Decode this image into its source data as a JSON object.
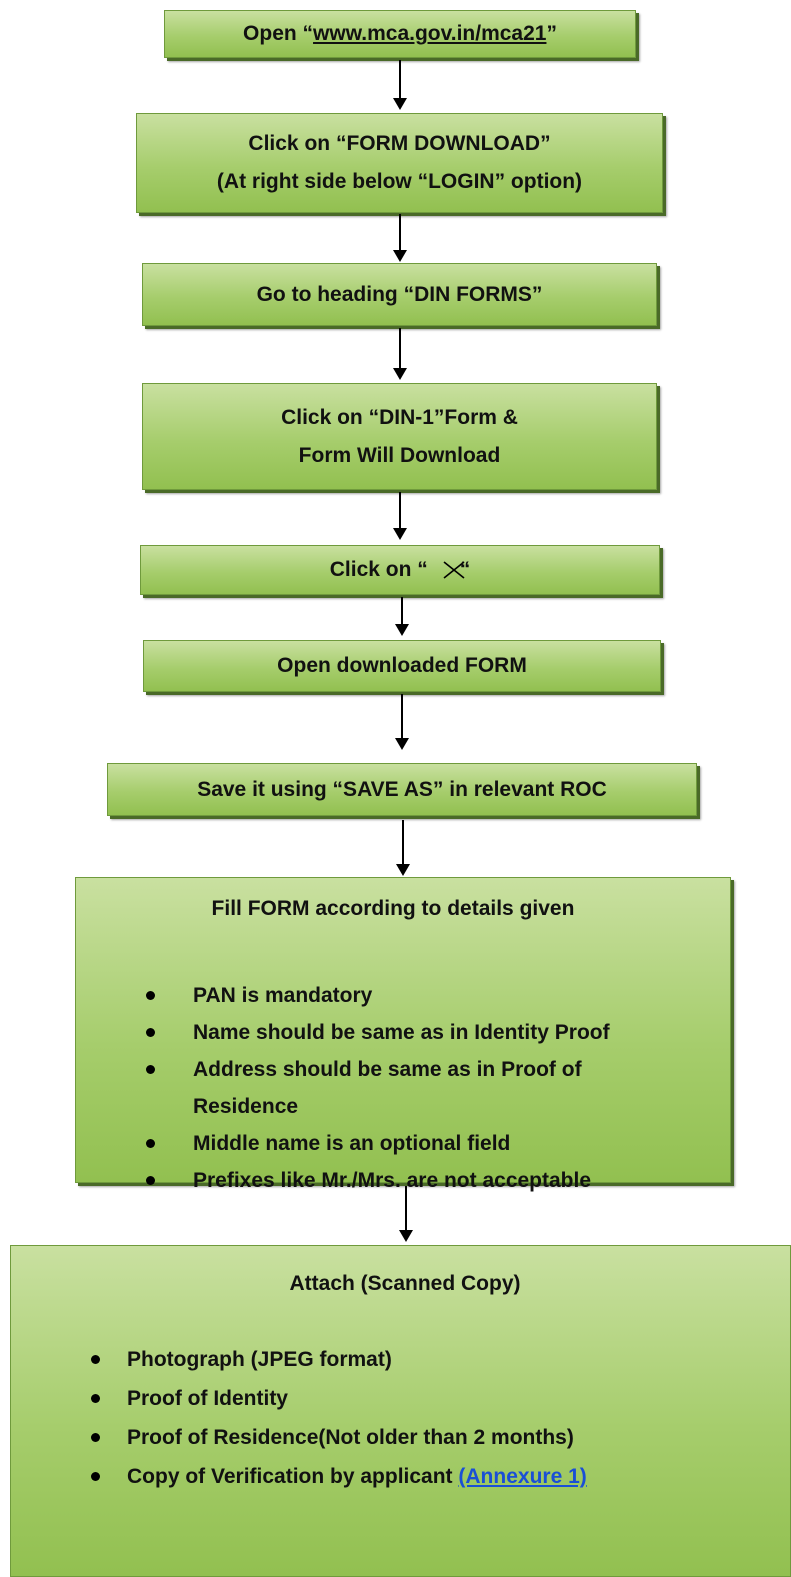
{
  "steps": [
    {
      "prefix": "Open “",
      "link": "www.mca.gov.in/mca21",
      "suffix": "”"
    },
    {
      "line1": "Click on “FORM DOWNLOAD”",
      "line2": "(At right side below “LOGIN” option)"
    },
    {
      "text": "Go to heading “DIN FORMS”"
    },
    {
      "line1": "Click on “DIN-1”Form &",
      "line2": "Form Will Download"
    },
    {
      "text": "Click on “",
      "icon": "scissors-icon",
      "close": "“"
    },
    {
      "text": "Open downloaded FORM"
    },
    {
      "text": "Save it using “SAVE AS” in relevant ROC"
    },
    {
      "title": "Fill FORM according to details given",
      "items": [
        "PAN is mandatory",
        "Name should be same as in Identity Proof",
        "Address should be same as in Proof of Residence",
        "Middle name is an optional field",
        "Prefixes like Mr./Mrs. are not acceptable"
      ]
    },
    {
      "title": "Attach (Scanned Copy)",
      "items": [
        "Photograph (JPEG format)",
        "Proof of Identity",
        "Proof of Residence(Not older than 2 months)"
      ],
      "last_item_text": "Copy of Verification by applicant ",
      "last_item_link": "(Annexure 1)"
    }
  ],
  "colors": {
    "box_fill": "#a6cd6c",
    "box_border": "#6f9a3c",
    "link": "#1a4fd6"
  }
}
